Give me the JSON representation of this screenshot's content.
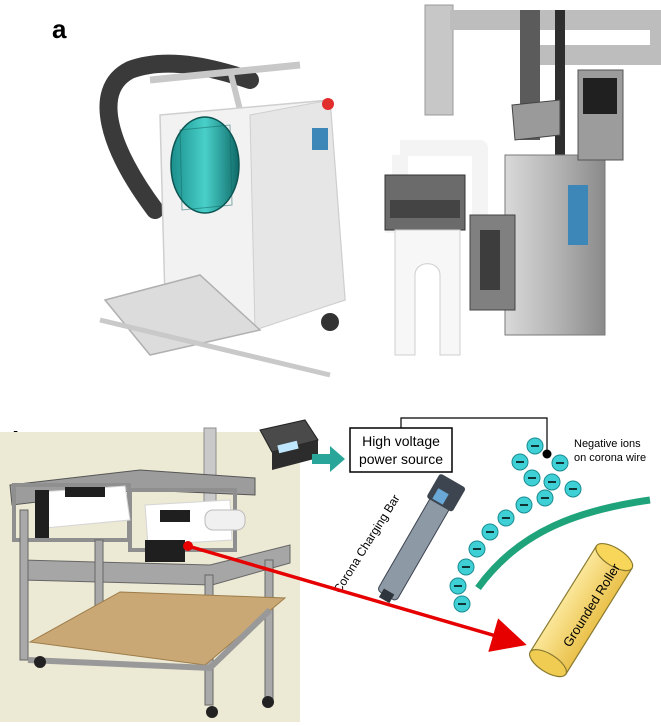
{
  "panels": {
    "a": {
      "label": "a"
    },
    "b": {
      "label": "b"
    }
  },
  "diagram": {
    "power_source_label_line1": "High voltage",
    "power_source_label_line2": "power source",
    "ions_label_line1": "Negative ions",
    "ions_label_line2": "on corona wire",
    "charging_bar_label": "Corona Charging Bar",
    "roller_label": "Grounded Roller"
  },
  "colors": {
    "arrow_red": "#e60000",
    "teal_arrow": "#2aa59a",
    "ion_cyan": "#3fd0d6",
    "corona_green": "#1fa37a",
    "roller_yellow": "#f7d65a"
  }
}
